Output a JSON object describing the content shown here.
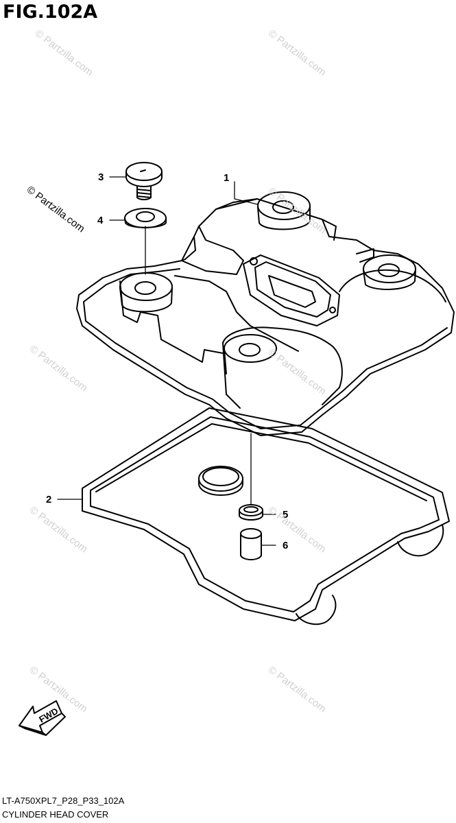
{
  "figure": {
    "title": "FIG.102A",
    "code": "LT-A750XPL7_P28_P33_102A",
    "caption": "CYLINDER HEAD COVER"
  },
  "watermark": {
    "text": "© Partzilla.com"
  },
  "callouts": [
    {
      "number": "1"
    },
    {
      "number": "2"
    },
    {
      "number": "3"
    },
    {
      "number": "4"
    },
    {
      "number": "5"
    },
    {
      "number": "6"
    }
  ],
  "direction_arrow": {
    "label": "FWD"
  }
}
